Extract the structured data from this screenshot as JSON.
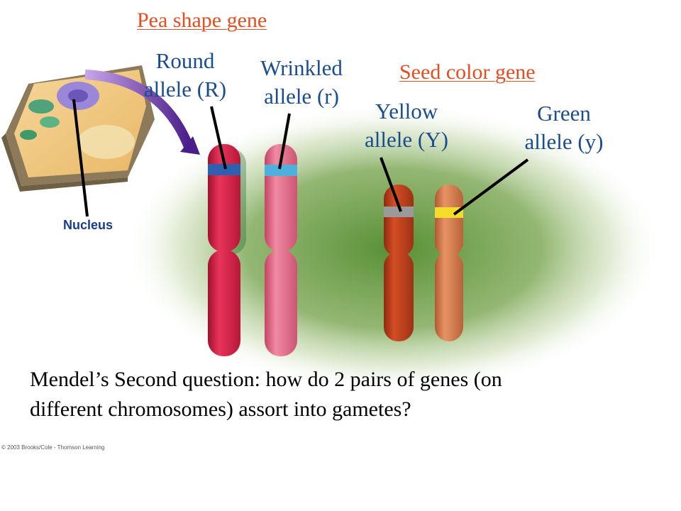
{
  "headings": {
    "pea_shape_gene": "Pea shape gene",
    "seed_color_gene": "Seed color gene"
  },
  "alleles": {
    "round": [
      "Round",
      "allele (R)"
    ],
    "wrinkled": [
      "Wrinkled",
      "allele (r)"
    ],
    "yellow": [
      "Yellow",
      "allele (Y)"
    ],
    "green": [
      "Green",
      "allele (y)"
    ]
  },
  "nucleus_label": "Nucleus",
  "caption": {
    "line1": "Mendel’s Second question: how do 2 pairs of genes (on",
    "line2": "different chromosomes) assort into gametes?"
  },
  "copyright": "© 2003 Brooks/Cole - Thomson Learning",
  "colors": {
    "heading": "#e84d1e",
    "allele_label": "#1a4d8f",
    "glow": "#7aa84a",
    "chromosome_R": "#d2234a",
    "chromosome_r": "#e26381",
    "chromosome_Y": "#b8381a",
    "chromosome_y": "#d0744a",
    "band_R": "#2f5fb0",
    "band_r": "#4fb0de",
    "band_Y": "#9a9a9a",
    "band_y": "#f5dc2a"
  }
}
